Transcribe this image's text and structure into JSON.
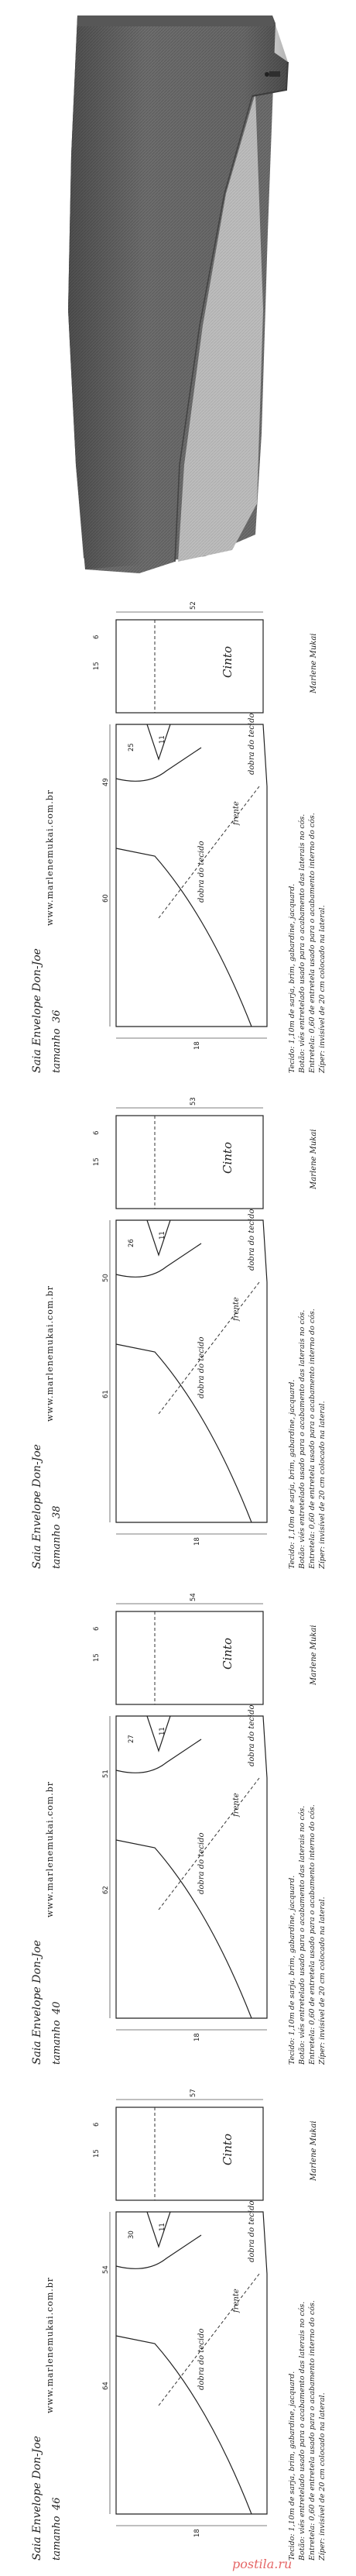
{
  "site": "www.marlenemukai.com.br",
  "title": "Saia Envelope Don-Joe",
  "size_prefix": "tamanho",
  "belt_label": "Cinto",
  "front_label": "frente",
  "fold_label": "dobra do tecido",
  "signature": "Marlene Mukai",
  "watermark": "postila.ru",
  "notes": [
    "Tecido: 1,10m de sarja, brim, gabardine, jacquard.",
    "Botão: viés entretelado usado para o acabamento das laterais no cós.",
    "Entretela: 0,60 de entretela usado para o acabamento interno do cós.",
    "Zíper: invisível de 20 cm colocado na lateral."
  ],
  "sheets": [
    {
      "size": "36",
      "nums": {
        "waist": "25",
        "hip": "49",
        "length": "60",
        "belt_w": "15",
        "top": "52",
        "band": "6",
        "hem": "18",
        "dart": "11"
      }
    },
    {
      "size": "38",
      "nums": {
        "waist": "26",
        "hip": "50",
        "length": "61",
        "belt_w": "15",
        "top": "53",
        "band": "6",
        "hem": "18",
        "dart": "11"
      }
    },
    {
      "size": "40",
      "nums": {
        "waist": "27",
        "hip": "51",
        "length": "62",
        "belt_w": "15",
        "top": "54",
        "band": "6",
        "hem": "18",
        "dart": "11"
      }
    },
    {
      "size": "46",
      "nums": {
        "waist": "30",
        "hip": "54",
        "length": "64",
        "belt_w": "15",
        "top": "57",
        "band": "6",
        "hem": "18",
        "dart": "11"
      }
    }
  ]
}
